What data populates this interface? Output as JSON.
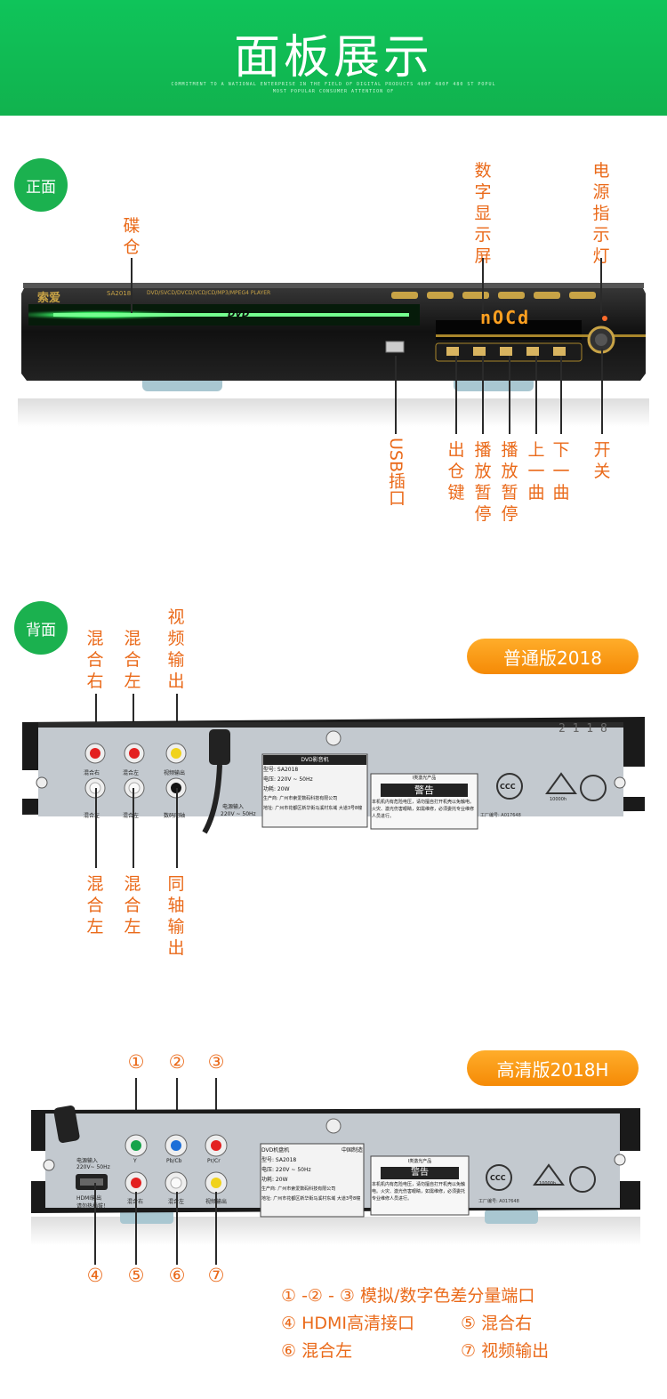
{
  "banner": {
    "title": "面板展示",
    "subtitle_line1": "COMMITMENT TO A NATIONAL ENTERPRISE IN THE FIELD OF DIGITAL PRODUCTS 400F 480F 480 ST POPUL",
    "subtitle_line2": "MOST POPULAR CONSUMER ATTENTION OF"
  },
  "front": {
    "badge": "正面",
    "labels": {
      "disc_tray": "碟仓",
      "display": "数字显示屏",
      "power_led": "电源指示灯",
      "usb": "USB插口",
      "eject": "出仓键",
      "play_pause_1": "播放暂停",
      "play_pause_2": "播放暂停",
      "prev": "上一曲",
      "next": "下一曲",
      "power": "开关"
    },
    "device": {
      "brand": "索爱",
      "model_text": "SA2018",
      "formats": "DVD/SVCD/DVCD/VCD/CD/MP3/MPEG4  PLAYER",
      "dvd_logo": "DVD",
      "display_text": "nOCd"
    }
  },
  "back": {
    "badge": "背面",
    "version": "普通版2018",
    "labels_top": {
      "mix_right": "混合右",
      "mix_left": "混合左",
      "video_out": "视频输出"
    },
    "labels_bottom": {
      "mix_left_a": "混合左",
      "mix_left_b": "混合左",
      "coaxial": "同轴输出"
    },
    "device": {
      "jack_labels": [
        "混合右",
        "混合左",
        "视频输出",
        "混合左",
        "混合左",
        "数码同轴"
      ],
      "power_in": "电源输入",
      "voltage": "220V ~ 50Hz",
      "plate_title": "DVD影音机",
      "plate_rows": [
        "型号: SA2018",
        "电压: 220V ~ 50Hz",
        "功耗: 20W",
        "生产商: 广州市索爱数码科技有限公司",
        "地址: 广州市花都区新华街马溪村东域 大道3号8幢"
      ],
      "warning_head": "I类激光产品",
      "warning_title": "警告",
      "warning_body": "本机机内有危险电压，请勿擅自打开机壳以免触电。火灾、激光伤害眼睛，如需维修，必须委托专业维修人员进行。",
      "cert_ccc": "CCC",
      "cert_rohs": "10000h",
      "factory_no": "工厂编号: A017648",
      "silk_text": "2 1 1 8"
    }
  },
  "hd": {
    "version": "高清版2018H",
    "numbers_top": [
      "①",
      "②",
      "③"
    ],
    "numbers_bottom": [
      "④",
      "⑤",
      "⑥",
      "⑦"
    ],
    "device": {
      "jack_labels": [
        "Y",
        "Pb/Cb",
        "Pr/Cr",
        "混合右",
        "混合左",
        "视频输出"
      ],
      "power_in": "电源输入",
      "voltage": "220V~ 50Hz",
      "hdmi_label": "HDMI输出",
      "hdmi_note": "请勿热插拔！",
      "plate_title": "DVD机盘机",
      "plate_origin": "中国制造",
      "plate_rows": [
        "型号: SA2018",
        "电压: 220V ~ 50Hz",
        "功耗: 20W",
        "生产商: 广州市索爱数码科技有限公司",
        "地址: 广州市花都区新华街马溪村东域 大道3号8幢"
      ],
      "warning_head": "I类激光产品",
      "warning_title": "警告",
      "warning_body": "本机机内有危险电压，请勿擅自打开机壳以免触电。火灾、激光伤害眼睛，如需维修，必须委托专业维修人员进行。",
      "cert_ccc": "CCC",
      "cert_rohs": "10000h",
      "factory_no": "工厂编号: A017648"
    },
    "legend": {
      "line1": "① -② - ③ 模拟/数字色差分量端口",
      "line2a": "④ HDMI高清接口",
      "line2b": "⑤ 混合右",
      "line3a": "⑥ 混合左",
      "line3b": "⑦ 视频输出"
    }
  },
  "colors": {
    "banner_green": "#11b24e",
    "badge_green": "#1bb14f",
    "label_orange": "#ea6a1a",
    "pill_orange": "#f58a06",
    "tray_green": "#3cff6a",
    "display_orange": "#ffa020"
  }
}
